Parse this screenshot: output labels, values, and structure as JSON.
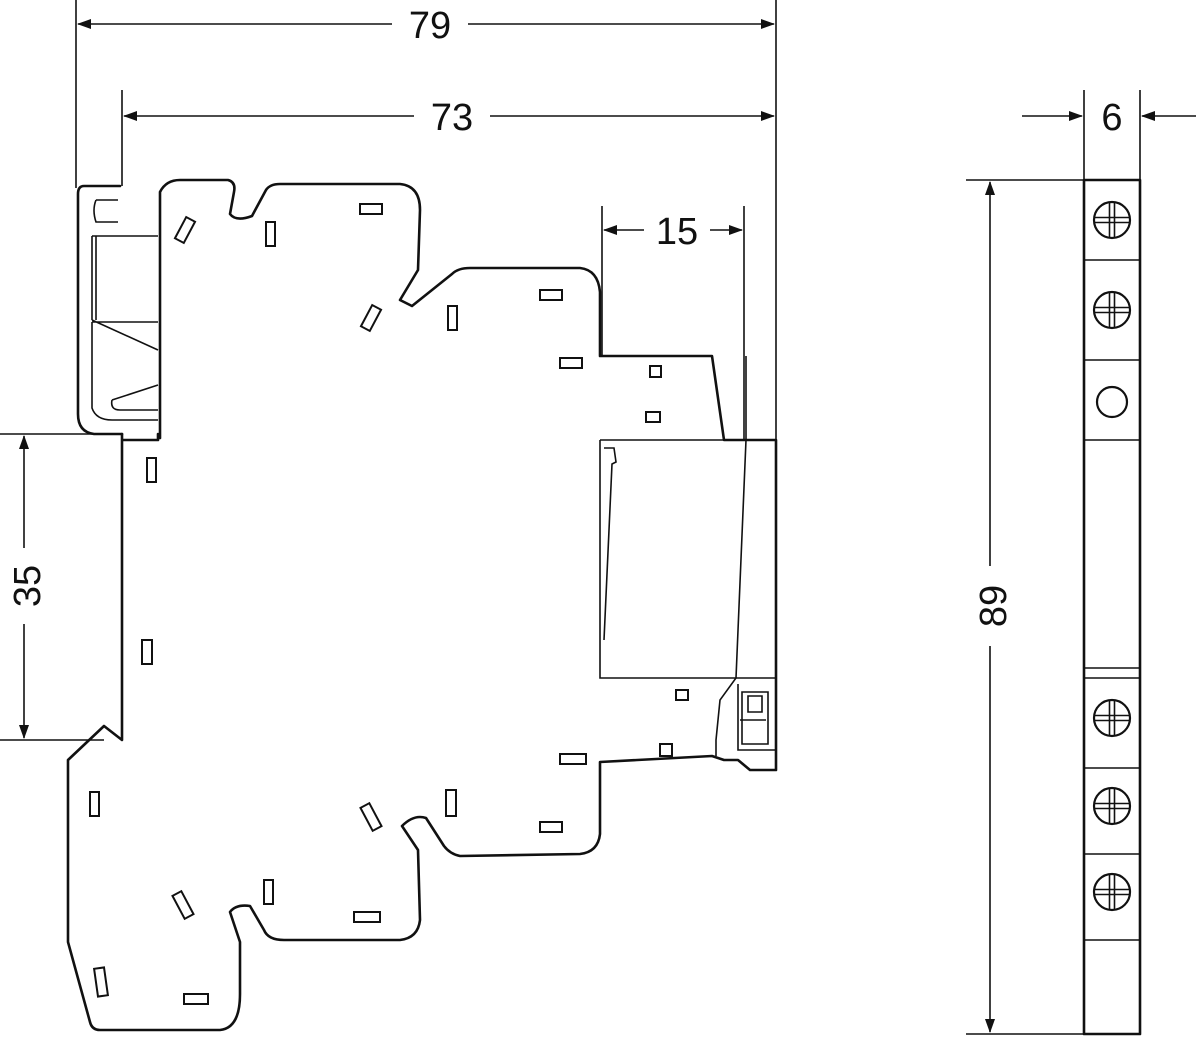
{
  "dimensions": {
    "overall_depth": "79",
    "body_depth": "73",
    "front_protrusion": "15",
    "rail_height": "35",
    "module_width": "6",
    "overall_height": "89"
  },
  "front_view": {
    "terminals": [
      {
        "type": "screw",
        "icon": "screw-head-icon"
      },
      {
        "type": "screw",
        "icon": "screw-head-icon"
      },
      {
        "type": "indicator",
        "icon": "led-indicator-icon"
      },
      {
        "type": "screw",
        "icon": "screw-head-icon"
      },
      {
        "type": "screw",
        "icon": "screw-head-icon"
      },
      {
        "type": "screw",
        "icon": "screw-head-icon"
      }
    ]
  },
  "colors": {
    "line": "#111111",
    "background": "#ffffff"
  }
}
